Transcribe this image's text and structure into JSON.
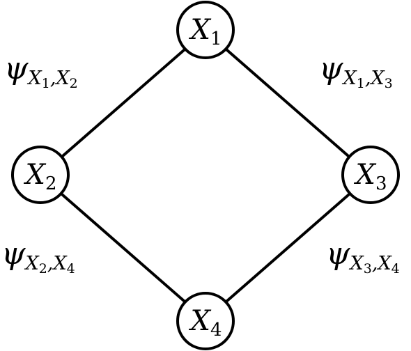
{
  "nodes": [
    {
      "id": "X1",
      "letter": "X",
      "sub": "1"
    },
    {
      "id": "X2",
      "letter": "X",
      "sub": "2"
    },
    {
      "id": "X3",
      "letter": "X",
      "sub": "3"
    },
    {
      "id": "X4",
      "letter": "X",
      "sub": "4"
    }
  ],
  "edges": [
    {
      "from": "X1",
      "to": "X2"
    },
    {
      "from": "X1",
      "to": "X3"
    },
    {
      "from": "X2",
      "to": "X4"
    },
    {
      "from": "X3",
      "to": "X4"
    }
  ],
  "potentials": [
    {
      "symbol": "ψ",
      "var_a": "X",
      "sub_a": "1",
      "sep": ",",
      "var_b": "X",
      "sub_b": "2"
    },
    {
      "symbol": "ψ",
      "var_a": "X",
      "sub_a": "1",
      "sep": ",",
      "var_b": "X",
      "sub_b": "3"
    },
    {
      "symbol": "ψ",
      "var_a": "X",
      "sub_a": "2",
      "sep": ",",
      "var_b": "X",
      "sub_b": "4"
    },
    {
      "symbol": "ψ",
      "var_a": "X",
      "sub_a": "3",
      "sep": ",",
      "var_b": "X",
      "sub_b": "4"
    }
  ],
  "colors": {
    "stroke": "#000000",
    "fill": "#ffffff"
  }
}
